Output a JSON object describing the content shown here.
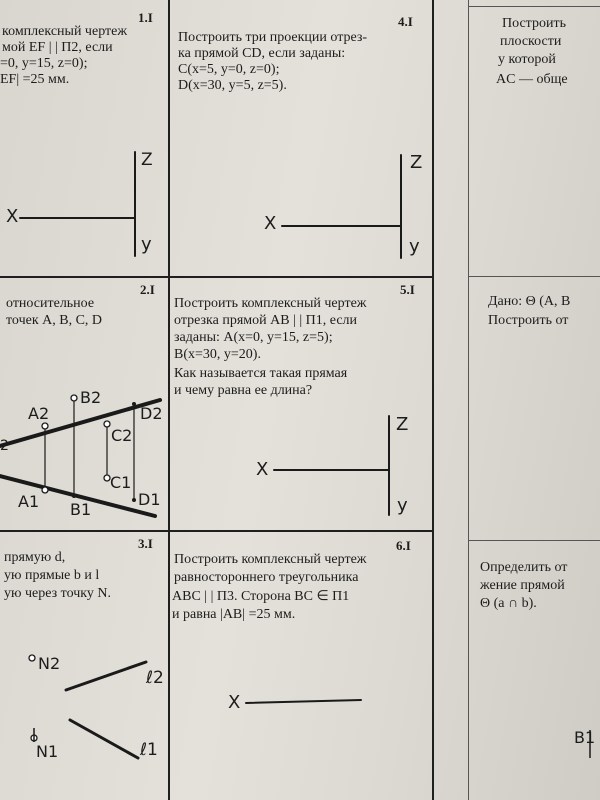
{
  "cells": {
    "c1": {
      "number": "1.I",
      "lines": [
        "комплексный чертеж",
        "мой EF | | П2, если",
        "=0, y=15, z=0);",
        "EF| =25 мм."
      ]
    },
    "c4": {
      "number": "4.I",
      "lines": [
        "Построить три проекции отрез-",
        "ка прямой CD, если заданы:",
        "C(x=5, y=0, z=0);",
        "D(x=30, y=5, z=5)."
      ]
    },
    "r1": {
      "lines": [
        "Построить",
        "плоскости",
        "у которой",
        "AC — обще"
      ]
    },
    "c2": {
      "number": "2.I",
      "lines": [
        "относительное",
        "точек A, B, C, D"
      ]
    },
    "c5": {
      "number": "5.I",
      "lines": [
        "Построить комплексный чертеж",
        "отрезка прямой AB | | П1, если",
        "заданы: A(x=0, y=15, z=5);",
        "B(x=30, y=20).",
        "Как называется такая прямая",
        "и чему равна ее длина?"
      ]
    },
    "r2": {
      "lines": [
        "Дано: Θ (A, B",
        "Построить от"
      ]
    },
    "c3": {
      "number": "3.I",
      "lines": [
        "прямую d,",
        "ую прямые b и l",
        "ую через точку N."
      ]
    },
    "c6": {
      "number": "6.I",
      "lines": [
        "Построить комплексный чертеж",
        "равностороннего треугольника",
        "ABC | | П3. Сторона BC ∈ П1",
        "и равна |AB| =25 мм."
      ]
    },
    "r3": {
      "lines": [
        "Определить от",
        "жение прямой",
        "Θ (a ∩ b)."
      ]
    }
  },
  "handwriting": {
    "axis_x": "X",
    "axis_z": "Z",
    "axis_y": "y",
    "pts": {
      "A2": "A2",
      "B2": "B2",
      "C2": "C2",
      "D2": "D2",
      "A1": "A1",
      "B1": "B1",
      "C1": "C1",
      "D1": "D1",
      "N2": "N2",
      "N1": "N1",
      "l2": "ℓ2",
      "l1": "ℓ1",
      "B1r": "B1",
      "leftedge": "2"
    }
  }
}
